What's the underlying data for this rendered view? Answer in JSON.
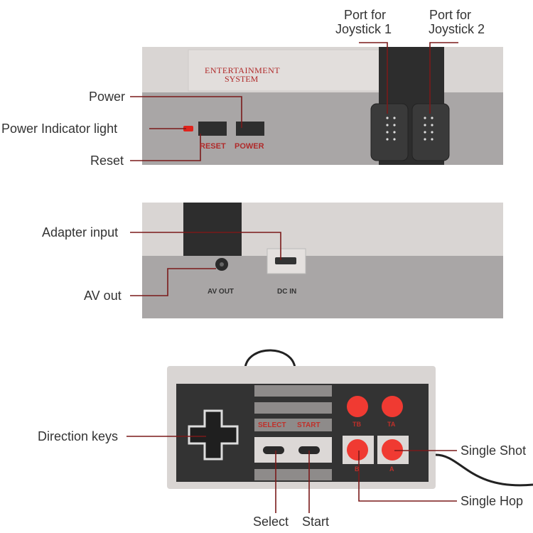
{
  "labels": {
    "port1": "Port for\nJoystick 1",
    "port1_l1": "Port for",
    "port1_l2": "Joystick 1",
    "port2_l1": "Port for",
    "port2_l2": "Joystick 2",
    "power": "Power",
    "power_indicator": "Power Indicator light",
    "reset": "Reset",
    "adapter_input": "Adapter input",
    "av_out": "AV out",
    "direction_keys": "Direction keys",
    "single_shot": "Single Shot",
    "single_hop": "Single Hop",
    "select": "Select",
    "start": "Start"
  },
  "device_print": {
    "brand_l1": "ENTERTAINMENT",
    "brand_l2": "SYSTEM",
    "reset": "RESET",
    "power": "POWER",
    "av_out": "AV OUT",
    "dc_in": "DC IN",
    "select": "SELECT",
    "start": "START",
    "tb": "TB",
    "ta": "TA",
    "b": "B",
    "a": "A"
  },
  "colors": {
    "leader": "#7a1a1a",
    "print": "#b02a2a",
    "button": "#f03a32"
  }
}
